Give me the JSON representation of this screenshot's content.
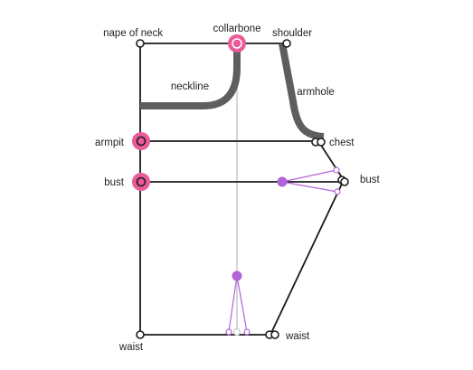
{
  "labels": {
    "nape_of_neck": "nape of neck",
    "collarbone": "collarbone",
    "shoulder": "shoulder",
    "neckline": "neckline",
    "armhole": "armhole",
    "armpit": "armpit",
    "chest": "chest",
    "bust_left": "bust",
    "bust_right": "bust",
    "waist_left": "waist",
    "waist_right": "waist"
  },
  "colors": {
    "outline": "#1a1a1a",
    "thick_curve": "#5e5e5e",
    "pink": "#ea5b98",
    "purple": "#b264d8",
    "guide": "#c8c8c8"
  }
}
